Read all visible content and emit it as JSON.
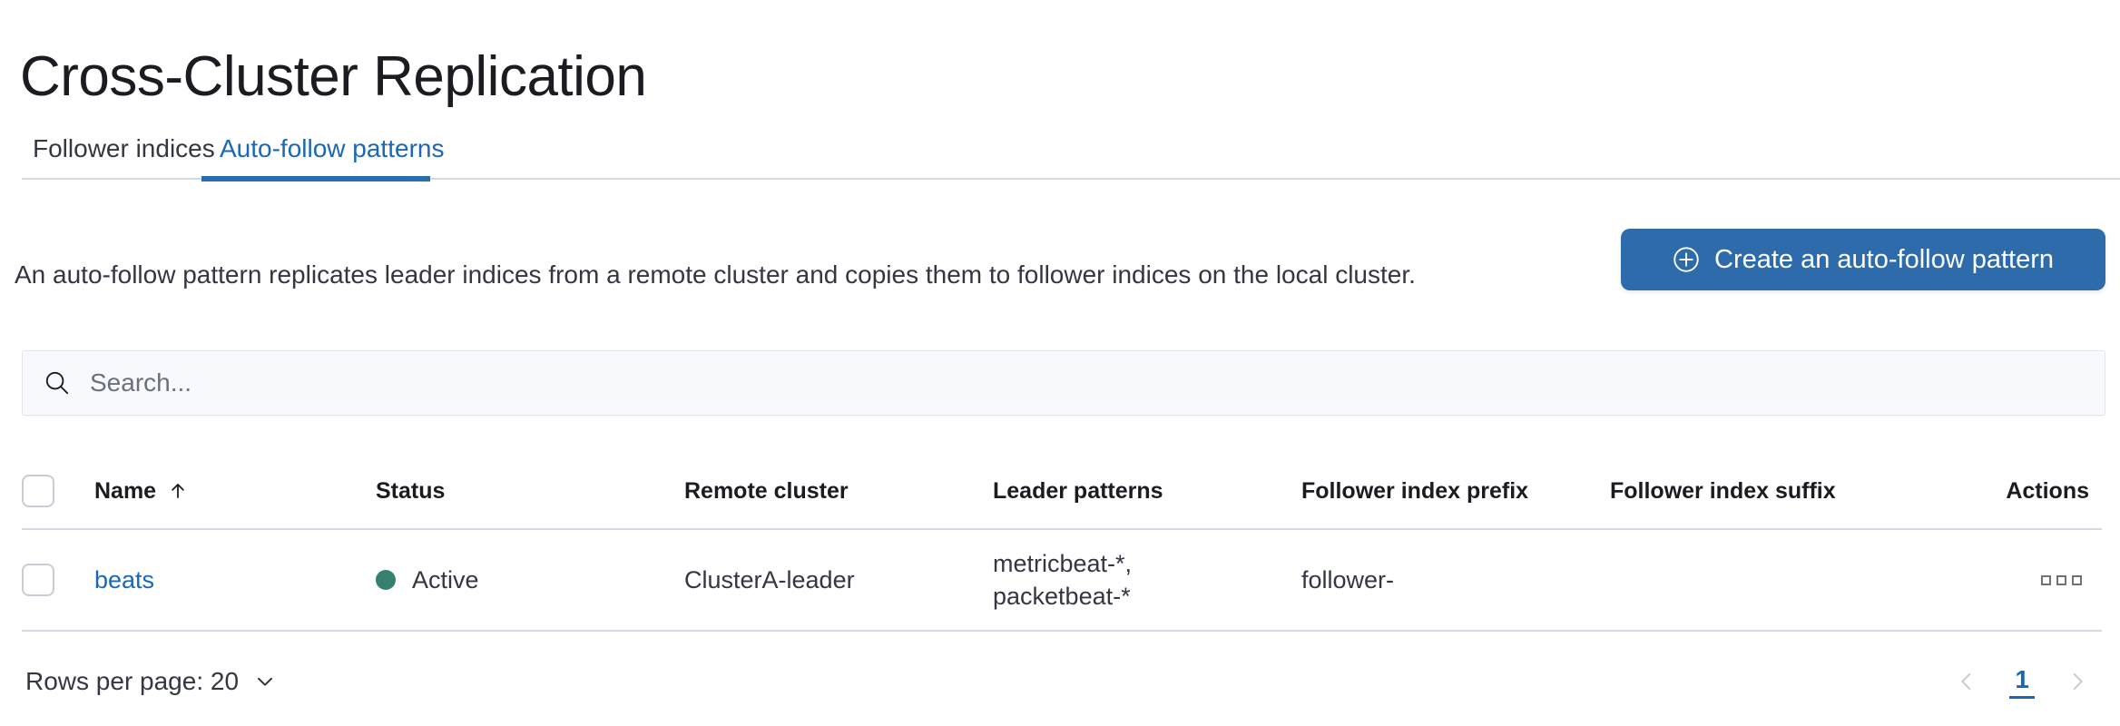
{
  "page": {
    "title": "Cross-Cluster Replication"
  },
  "tabs": {
    "items": [
      {
        "id": "follower-indices",
        "label": "Follower indices",
        "active": false
      },
      {
        "id": "auto-follow-patterns",
        "label": "Auto-follow patterns",
        "active": true
      }
    ]
  },
  "intro": {
    "description": "An auto-follow pattern replicates leader indices from a remote cluster and copies them to follower indices on the local cluster.",
    "create_button_label": "Create an auto-follow pattern",
    "create_button_icon": "plus-in-circle-icon",
    "accent_color": "#2e6bab"
  },
  "search": {
    "placeholder": "Search...",
    "value": "",
    "icon": "search-icon"
  },
  "table": {
    "sort_column": "Name",
    "sort_direction": "asc",
    "sort_icon": "arrow-up-icon",
    "columns": [
      {
        "key": "name",
        "label": "Name",
        "sortable": true
      },
      {
        "key": "status",
        "label": "Status",
        "sortable": true
      },
      {
        "key": "remote_cluster",
        "label": "Remote cluster",
        "sortable": true
      },
      {
        "key": "leader_patterns",
        "label": "Leader patterns",
        "sortable": true
      },
      {
        "key": "follower_index_prefix",
        "label": "Follower index prefix",
        "sortable": true
      },
      {
        "key": "follower_index_suffix",
        "label": "Follower index suffix",
        "sortable": true
      },
      {
        "key": "actions",
        "label": "Actions",
        "sortable": false
      }
    ],
    "rows": [
      {
        "name": "beats",
        "status": "Active",
        "status_color": "#35806f",
        "remote_cluster": "ClusterA-leader",
        "leader_patterns": "metricbeat-*,\npacketbeat-*",
        "follower_index_prefix": "follower-",
        "follower_index_suffix": "",
        "actions_icon": "ellipsis-icon"
      }
    ]
  },
  "footer": {
    "rows_per_page_label": "Rows per page: 20",
    "rows_per_page_value": "20",
    "rows_per_page_icon": "chevron-down-icon",
    "pagination": {
      "prev_icon": "chevron-left-icon",
      "next_icon": "chevron-right-icon",
      "current_page": "1",
      "prev_disabled": true,
      "next_disabled": true
    }
  }
}
